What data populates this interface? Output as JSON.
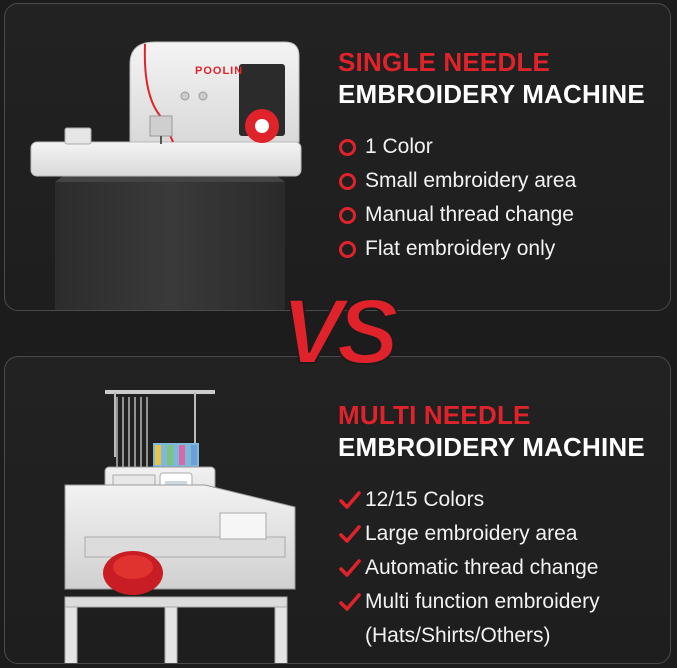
{
  "single": {
    "title_line1": "SINGLE NEEDLE",
    "title_line2": "EMBROIDERY MACHINE",
    "features": [
      "1 Color",
      "Small embroidery area",
      "Manual thread change",
      "Flat embroidery only"
    ],
    "brand": "POOLIN"
  },
  "vs_label": "VS",
  "multi": {
    "title_line1": "MULTI NEEDLE",
    "title_line2": "EMBROIDERY MACHINE",
    "features": [
      "12/15 Colors",
      "Large embroidery area",
      "Automatic thread change",
      "Multi function embroidery",
      "(Hats/Shirts/Others)"
    ]
  },
  "colors": {
    "accent": "#e0232b",
    "text": "#ffffff",
    "background": "#1c1c1c",
    "panel_border": "#4a4a4a"
  },
  "icons": {
    "single_bullet": "circle-outline-icon",
    "multi_bullet": "checkmark-icon"
  }
}
